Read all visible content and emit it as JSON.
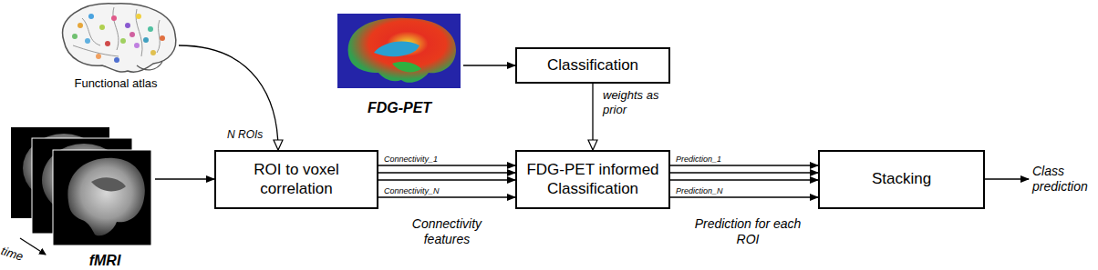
{
  "diagram": {
    "nodes": [
      {
        "text": [
          "Functional atlas"
        ]
      },
      {
        "text": [
          "FDG-PET"
        ]
      },
      {
        "text": [
          "Classification"
        ]
      },
      {
        "text": [
          "fMRI"
        ]
      },
      {
        "text": [
          "ROI to voxel correlation"
        ]
      },
      {
        "text": [
          "FDG-PET informed Classification"
        ]
      },
      {
        "text": [
          "Stacking"
        ]
      }
    ],
    "edges": [
      {
        "from": 0,
        "to": 4,
        "arrow": "to",
        "label": "N ROIs"
      },
      {
        "from": 1,
        "to": 2,
        "arrow": "to"
      },
      {
        "from": 2,
        "to": 5,
        "arrow": "to",
        "label": "weights as prior"
      },
      {
        "from": 3,
        "to": 4,
        "arrow": "to"
      },
      {
        "from": 4,
        "to": 5,
        "arrow": "to",
        "label": "Connectivity_1"
      },
      {
        "from": 4,
        "to": 5,
        "arrow": "to"
      },
      {
        "from": 4,
        "to": 5,
        "arrow": "to"
      },
      {
        "from": 4,
        "to": 5,
        "arrow": "to",
        "label": "Connectivity_N"
      },
      {
        "from": 5,
        "to": 6,
        "arrow": "to",
        "label": "Prediction_1"
      },
      {
        "from": 5,
        "to": 6,
        "arrow": "to"
      },
      {
        "from": 5,
        "to": 6,
        "arrow": "to"
      },
      {
        "from": 5,
        "to": 6,
        "arrow": "to",
        "label": "Prediction_N"
      }
    ],
    "labels": [
      "time",
      "Connectivity features",
      "Prediction for each ROI",
      "Class prediction"
    ]
  }
}
